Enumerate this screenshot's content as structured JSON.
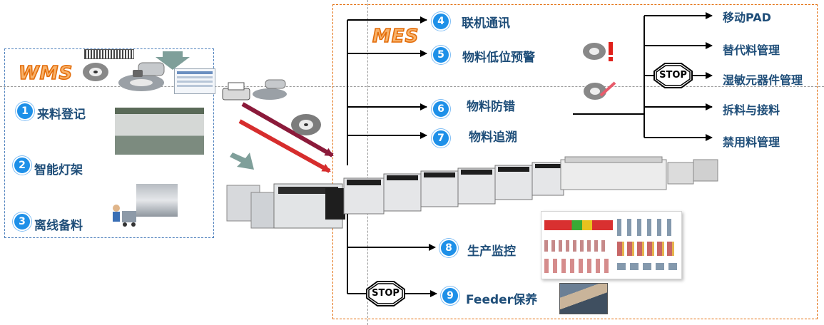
{
  "wms": {
    "title": "WMS",
    "items": [
      {
        "num": "1",
        "label": "来料登记"
      },
      {
        "num": "2",
        "label": "智能灯架"
      },
      {
        "num": "3",
        "label": "离线备料"
      }
    ]
  },
  "mes": {
    "title": "MES",
    "items": [
      {
        "num": "4",
        "label": "联机通讯"
      },
      {
        "num": "5",
        "label": "物料低位预警"
      },
      {
        "num": "6",
        "label": "物料防错"
      },
      {
        "num": "7",
        "label": "物料追溯"
      },
      {
        "num": "8",
        "label": "生产监控"
      },
      {
        "num": "9",
        "label": "Feeder保养"
      }
    ],
    "branches": [
      "移动PAD",
      "替代料管理",
      "湿敏元器件管理",
      "拆料与接料",
      "禁用料管理"
    ]
  },
  "stop_sign_text": "STOP",
  "colors": {
    "wms_border": "#4f81bd",
    "mes_border": "#e36c09",
    "number_badge": "#1e90e8",
    "label_text": "#1f4e79",
    "brand_fill": "#f8b26a",
    "arrow_dark_red": "#8b1a3a",
    "arrow_red": "#d62d2d"
  }
}
